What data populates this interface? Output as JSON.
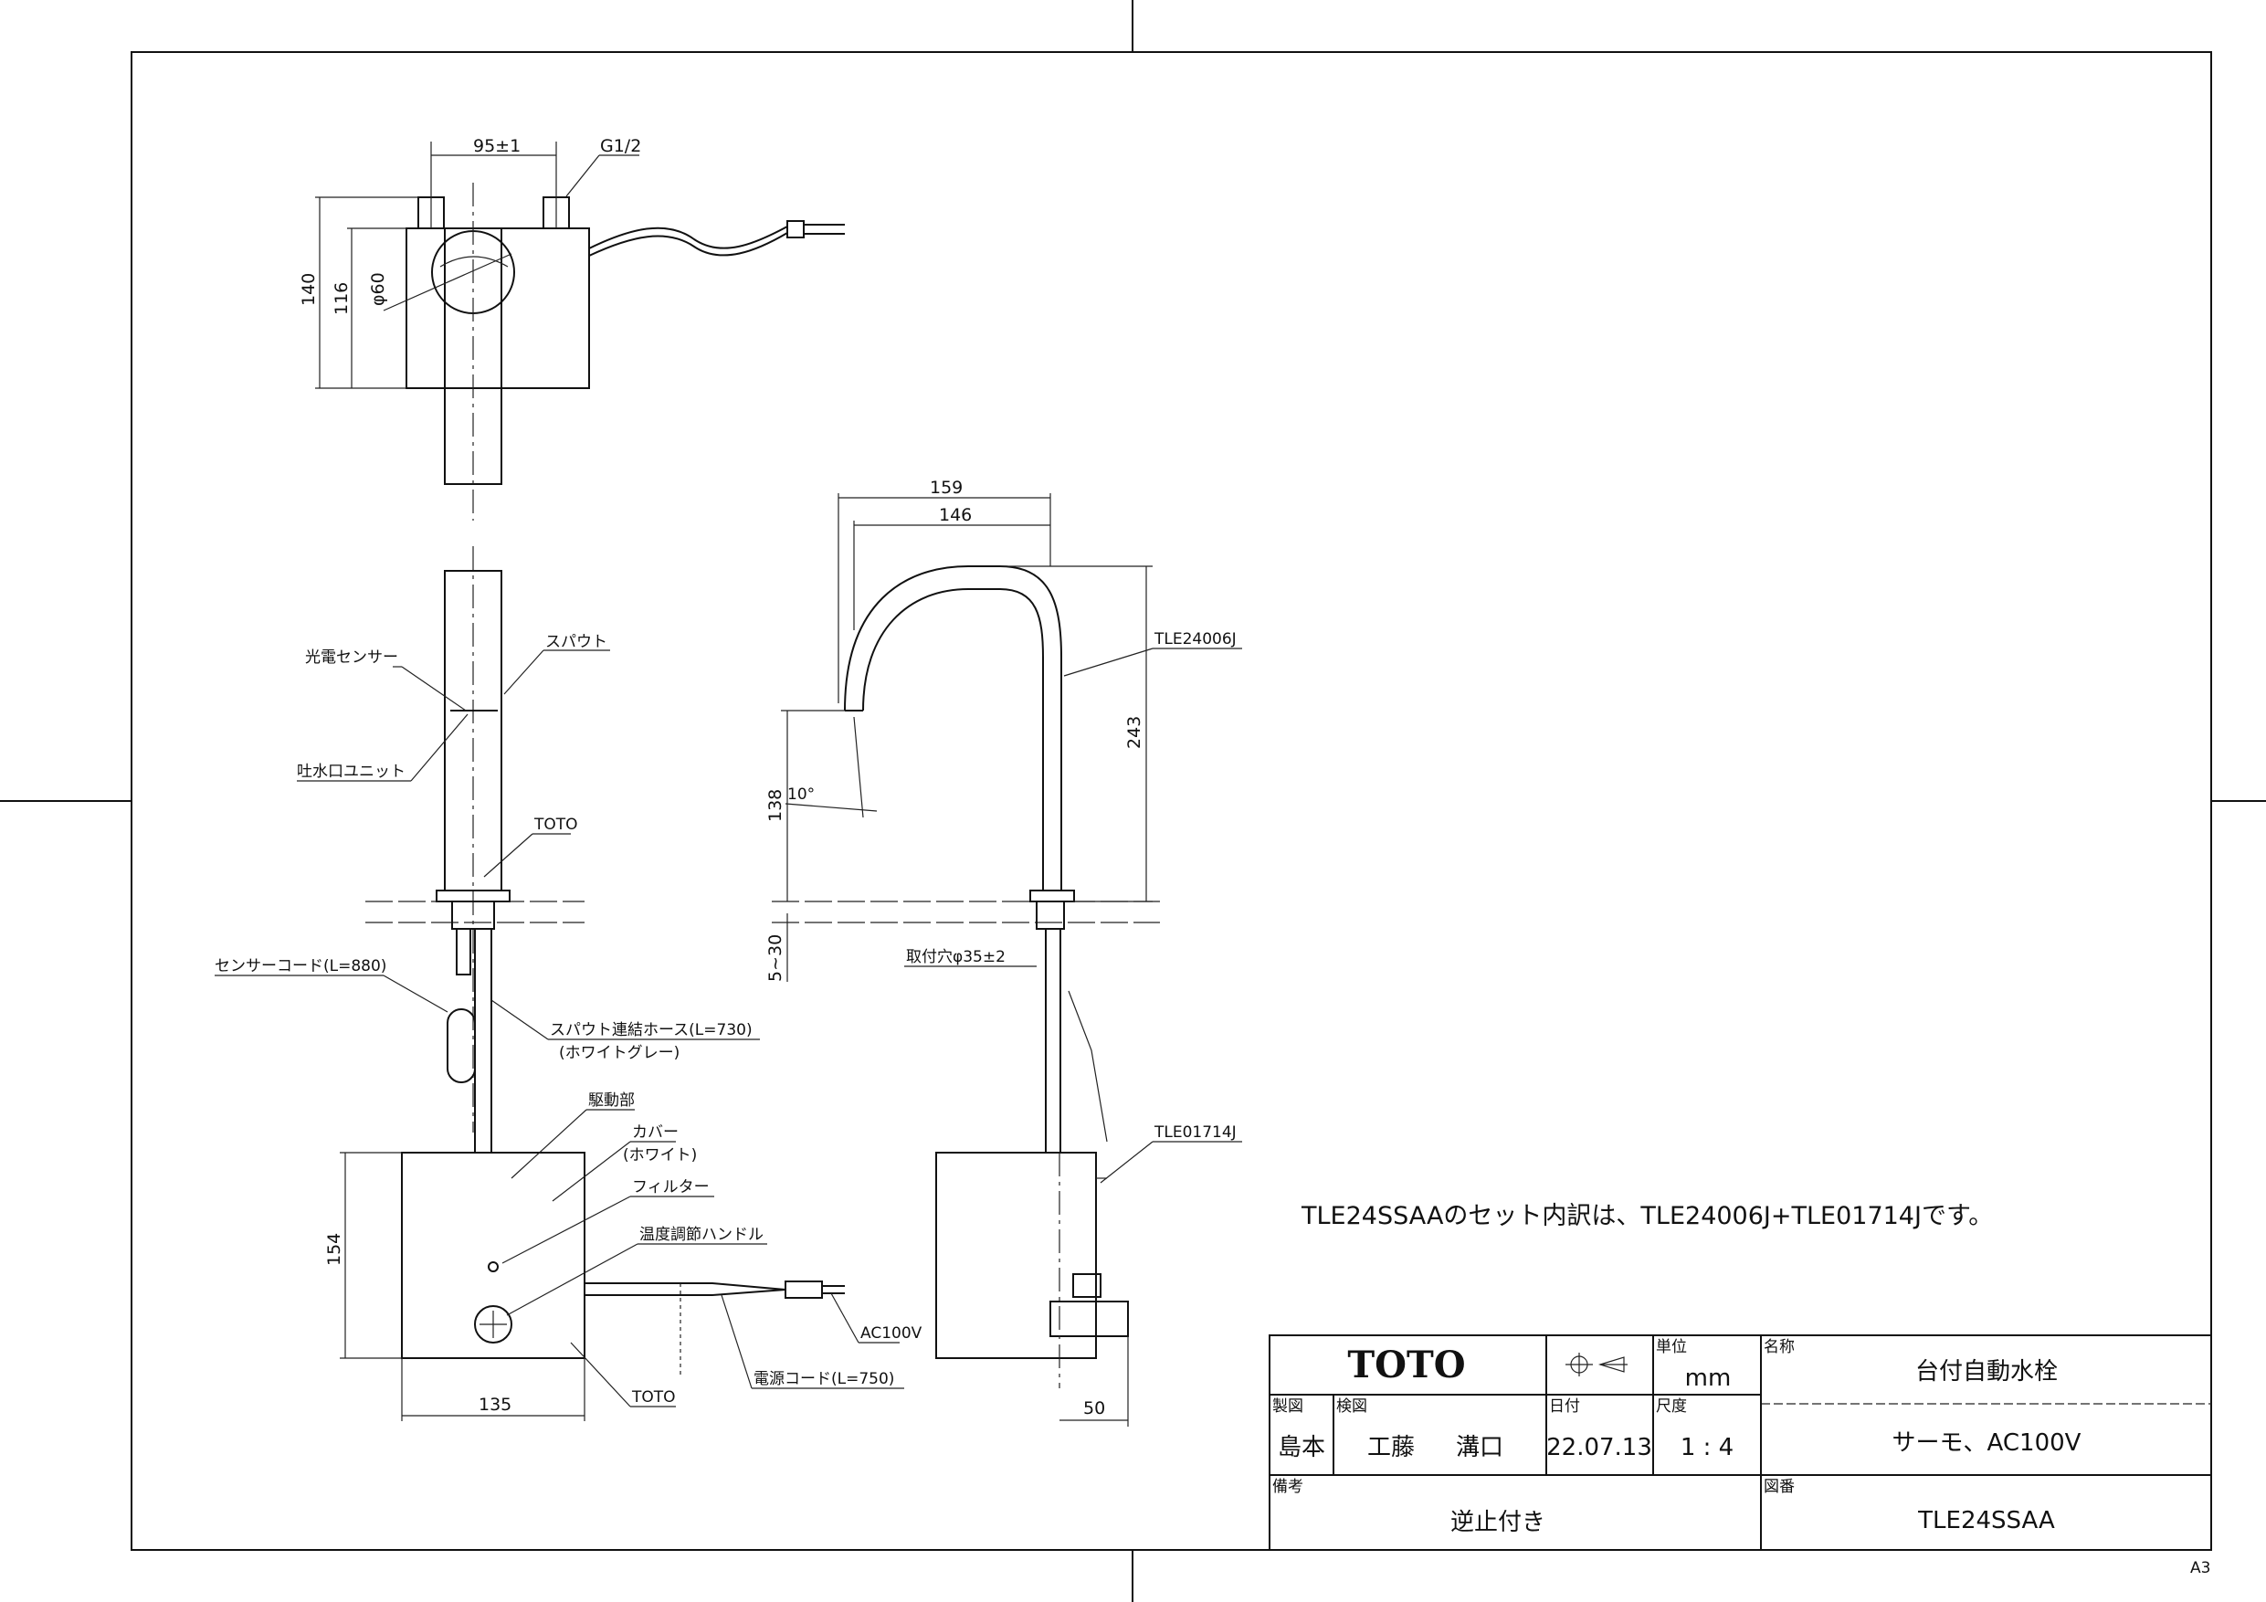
{
  "top_view": {
    "dim_width": "95±1",
    "thread": "G1/2",
    "dim_height_outer": "140",
    "dim_height_inner": "116",
    "dim_diameter": "φ60"
  },
  "front_view": {
    "label_sensor": "光電センサー",
    "label_spout": "スパウト",
    "label_outlet_unit": "吐水口ユニット",
    "label_brand_mark": "TOTO",
    "label_sensor_cord": "センサーコード(L=880)",
    "label_spout_hose": "スパウト連結ホース(L=730)",
    "label_spout_hose_color": "(ホワイトグレー)",
    "label_drive_unit": "駆動部",
    "label_cover": "カバー",
    "label_cover_color": "(ホワイト)",
    "label_filter": "フィルター",
    "label_temp_handle": "温度調節ハンドル",
    "label_ac": "AC100V",
    "label_power_cord": "電源コード(L=750)",
    "label_toto_box": "TOTO",
    "dim_box_height": "154",
    "dim_box_width": "135"
  },
  "side_view": {
    "dim_width_outer": "159",
    "dim_width_inner": "146",
    "part_spout": "TLE24006J",
    "dim_spout_height": "243",
    "dim_angle": "10°",
    "dim_outlet_height": "138",
    "dim_deck_thickness": "5~30",
    "dim_mount_hole": "取付穴φ35±2",
    "part_box": "TLE01714J",
    "dim_box_depth": "50"
  },
  "set_note": "TLE24SSAAのセット内訳は、TLE24006J+TLE01714Jです。",
  "title_block": {
    "logo": "TOTO",
    "unit_label": "単位",
    "unit_value": "mm",
    "name_label": "名称",
    "name_value": "台付自動水栓",
    "subname_value": "サーモ、AC100V",
    "drawn_label": "製図",
    "drawn_value": "島本",
    "checked_label": "検図",
    "checked_value_1": "工藤",
    "checked_value_2": "溝口",
    "date_label": "日付",
    "date_value": "22.07.13",
    "scale_label": "尺度",
    "scale_value": "1 : 4",
    "remarks_label": "備考",
    "remarks_value": "逆止付き",
    "drawing_no_label": "図番",
    "drawing_no_value": "TLE24SSAA"
  },
  "paper_size": "A3"
}
